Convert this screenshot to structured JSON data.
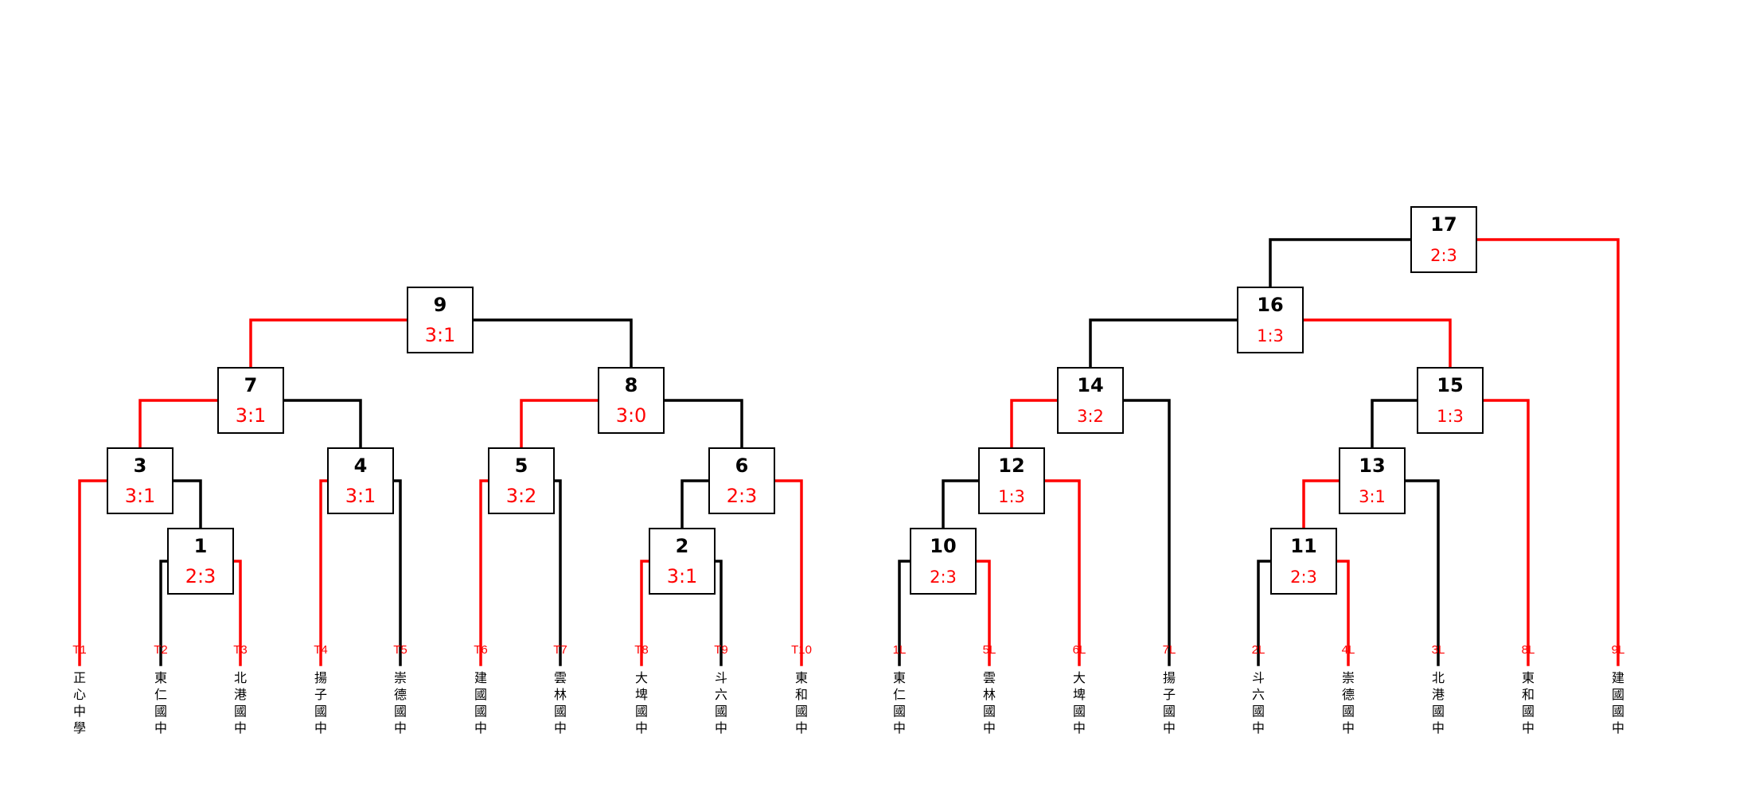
{
  "colors": {
    "win": "#ff0000",
    "lose": "#000000",
    "box_border": "#000000",
    "seed": "#ff0000",
    "score": "#ff0000"
  },
  "matches": [
    {
      "id": "m1",
      "num": "1",
      "score": "2:3",
      "left": "T2",
      "right": "T3",
      "winner": "right"
    },
    {
      "id": "m2",
      "num": "2",
      "score": "3:1",
      "left": "T8",
      "right": "T9",
      "winner": "left"
    },
    {
      "id": "m3",
      "num": "3",
      "score": "3:1",
      "left": "T1",
      "right": "m1",
      "winner": "left"
    },
    {
      "id": "m4",
      "num": "4",
      "score": "3:1",
      "left": "T4",
      "right": "T5",
      "winner": "left"
    },
    {
      "id": "m5",
      "num": "5",
      "score": "3:2",
      "left": "T6",
      "right": "T7",
      "winner": "left"
    },
    {
      "id": "m6",
      "num": "6",
      "score": "2:3",
      "left": "m2",
      "right": "T10",
      "winner": "right"
    },
    {
      "id": "m7",
      "num": "7",
      "score": "3:1",
      "left": "m3",
      "right": "m4",
      "winner": "left"
    },
    {
      "id": "m8",
      "num": "8",
      "score": "3:0",
      "left": "m5",
      "right": "m6",
      "winner": "left"
    },
    {
      "id": "m9",
      "num": "9",
      "score": "3:1",
      "left": "m7",
      "right": "m8",
      "winner": "left"
    },
    {
      "id": "m10",
      "num": "10",
      "score": "2:3",
      "left": "1L",
      "right": "5L",
      "winner": "right"
    },
    {
      "id": "m11",
      "num": "11",
      "score": "2:3",
      "left": "2L",
      "right": "4L",
      "winner": "right"
    },
    {
      "id": "m12",
      "num": "12",
      "score": "1:3",
      "left": "m10",
      "right": "6L",
      "winner": "right"
    },
    {
      "id": "m13",
      "num": "13",
      "score": "3:1",
      "left": "m11",
      "right": "3L",
      "winner": "left"
    },
    {
      "id": "m14",
      "num": "14",
      "score": "3:2",
      "left": "m12",
      "right": "7L",
      "winner": "left"
    },
    {
      "id": "m15",
      "num": "15",
      "score": "1:3",
      "left": "m13",
      "right": "8L",
      "winner": "right"
    },
    {
      "id": "m16",
      "num": "16",
      "score": "1:3",
      "left": "m14",
      "right": "m15",
      "winner": "right"
    },
    {
      "id": "m17",
      "num": "17",
      "score": "2:3",
      "left": "m16",
      "right": "9L",
      "winner": "right"
    }
  ],
  "teams": [
    {
      "id": "T1",
      "seed": "T1",
      "name": "正心中學"
    },
    {
      "id": "T2",
      "seed": "T2",
      "name": "東仁國中"
    },
    {
      "id": "T3",
      "seed": "T3",
      "name": "北港國中"
    },
    {
      "id": "T4",
      "seed": "T4",
      "name": "揚子國中"
    },
    {
      "id": "T5",
      "seed": "T5",
      "name": "崇德國中"
    },
    {
      "id": "T6",
      "seed": "T6",
      "name": "建國國中"
    },
    {
      "id": "T7",
      "seed": "T7",
      "name": "雲林國中"
    },
    {
      "id": "T8",
      "seed": "T8",
      "name": "大埤國中"
    },
    {
      "id": "T9",
      "seed": "T9",
      "name": "斗六國中"
    },
    {
      "id": "T10",
      "seed": "T10",
      "name": "東和國中"
    },
    {
      "id": "1L",
      "seed": "1L",
      "name": "東仁國中"
    },
    {
      "id": "5L",
      "seed": "5L",
      "name": "雲林國中"
    },
    {
      "id": "6L",
      "seed": "6L",
      "name": "大埤國中"
    },
    {
      "id": "7L",
      "seed": "7L",
      "name": "揚子國中"
    },
    {
      "id": "2L",
      "seed": "2L",
      "name": "斗六國中"
    },
    {
      "id": "4L",
      "seed": "4L",
      "name": "崇德國中"
    },
    {
      "id": "3L",
      "seed": "3L",
      "name": "北港國中"
    },
    {
      "id": "8L",
      "seed": "8L",
      "name": "東和國中"
    },
    {
      "id": "9L",
      "seed": "9L",
      "name": "建國國中"
    }
  ]
}
